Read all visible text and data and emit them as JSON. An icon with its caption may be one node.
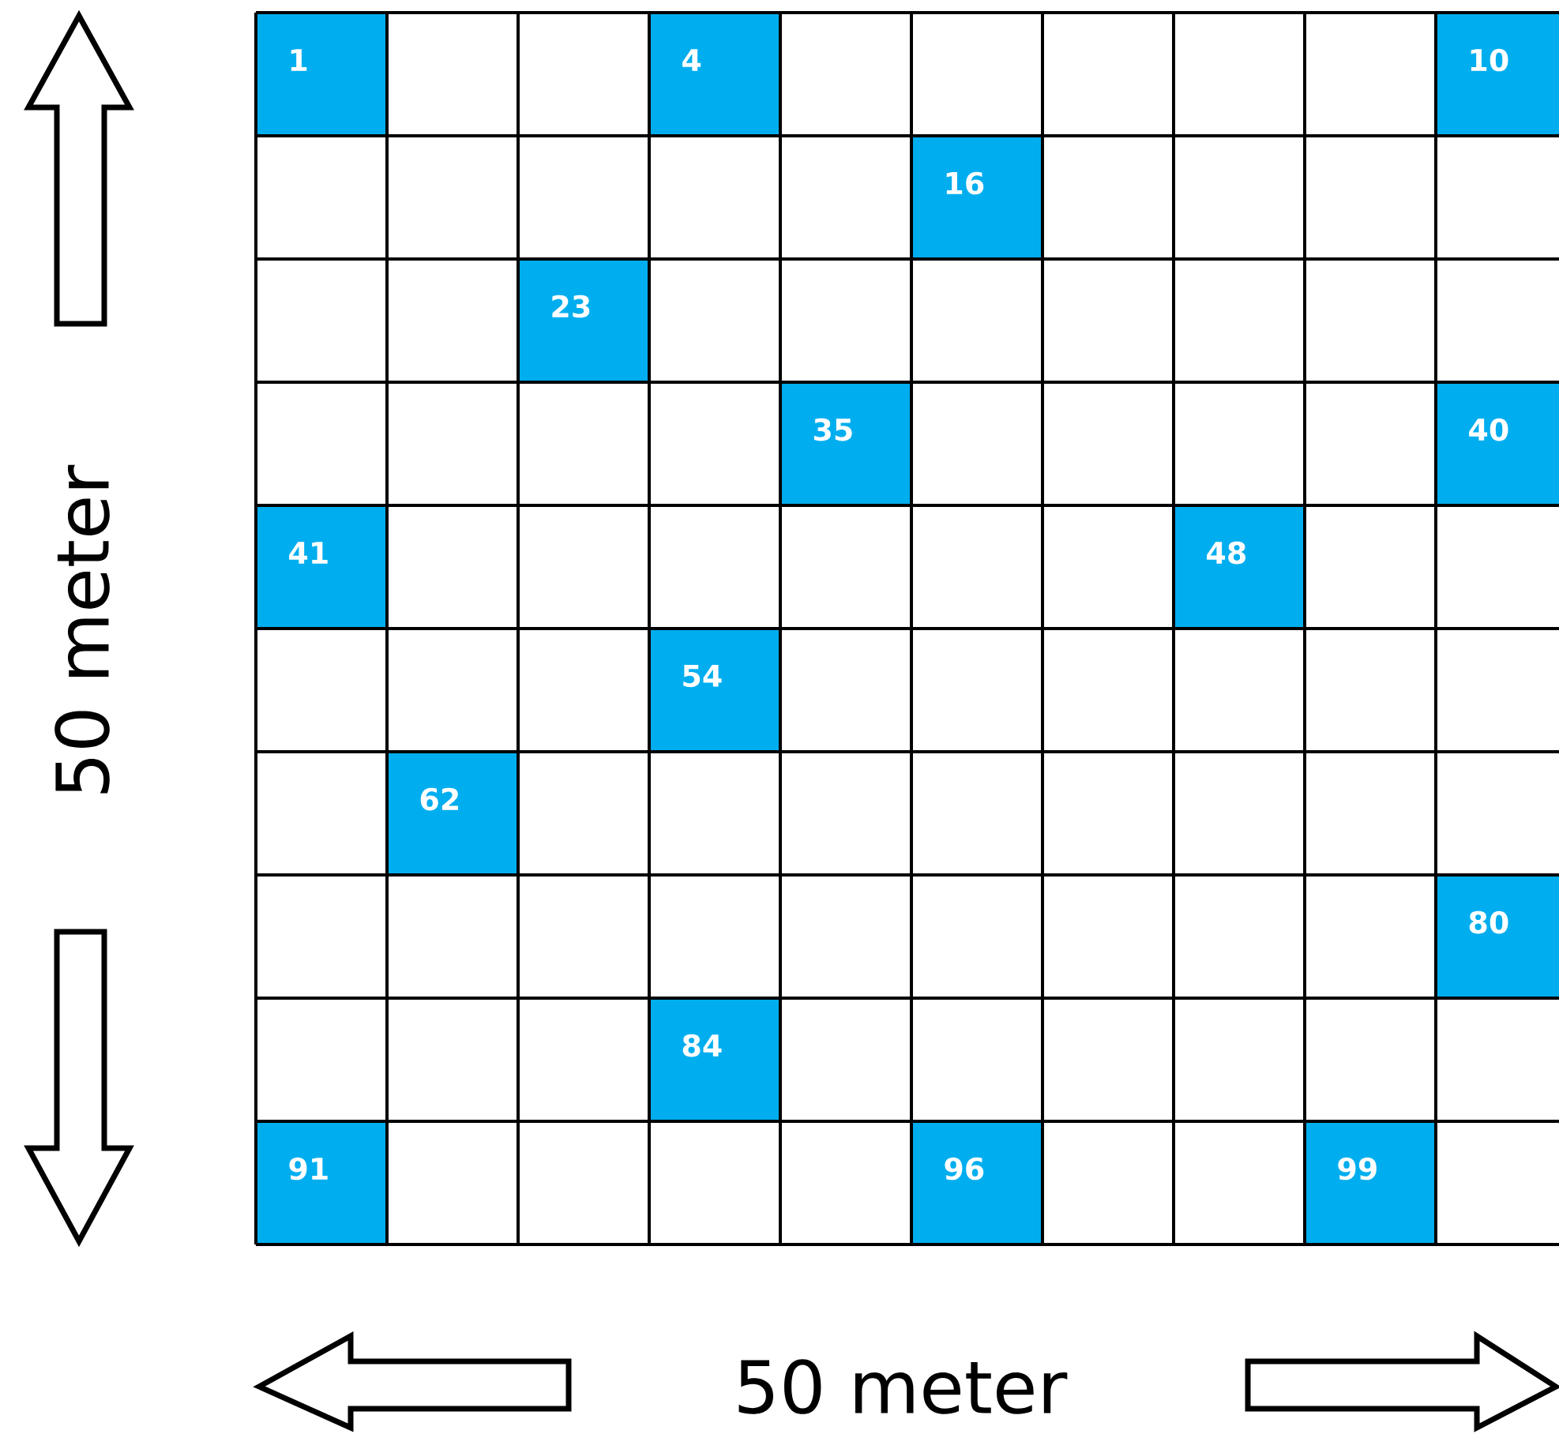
{
  "diagram": {
    "labels": [
      "1",
      "4",
      "10",
      "16",
      "23",
      "35",
      "40",
      "41",
      "48",
      "54",
      "62",
      "80",
      "84",
      "91",
      "96",
      "99",
      "50 meter",
      "50 meter"
    ]
  }
}
